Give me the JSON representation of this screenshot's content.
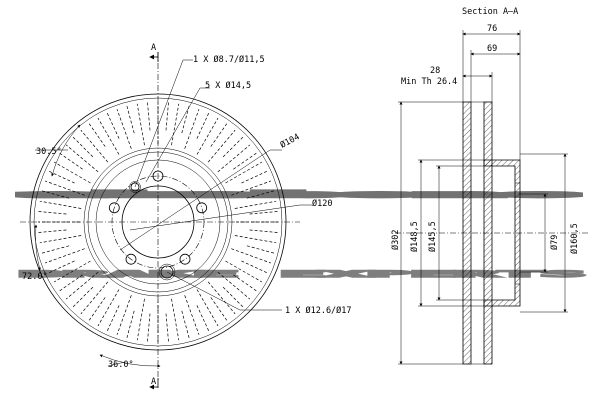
{
  "section": {
    "title": "Section A–A"
  },
  "cut_marks": {
    "top": "A",
    "bottom": "A"
  },
  "front_view": {
    "callouts": {
      "hole_small": "1 X Ø8.7/Ø11,5",
      "holes_bolt": "5 X Ø14,5",
      "hole_large": "1 X Ø12.6/Ø17",
      "pcd": "Ø104",
      "centre_bore": "Ø120"
    },
    "angles": {
      "top": "30.5°",
      "left": "72.0°",
      "bottom": "36.0°"
    }
  },
  "side_view": {
    "dims": {
      "overall_width": "76",
      "hat_depth": "69",
      "thickness": "28",
      "min_thickness": "Min Th  26.4",
      "outer_diameter": "Ø302",
      "d148": "Ø148,5",
      "d145": "Ø145,5",
      "d79": "Ø79",
      "d160": "Ø160,5"
    }
  },
  "watermark": {
    "brand": "akebono",
    "tagline": "BRAKE EXPERTS"
  }
}
